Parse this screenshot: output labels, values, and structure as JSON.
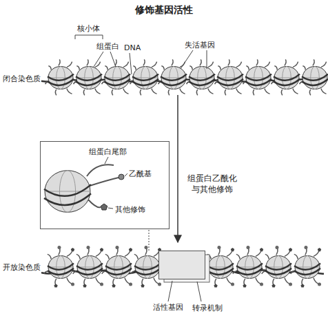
{
  "diagram": {
    "title": "修饰基因活性",
    "nodes": [
      {
        "text": [
          "闭合染色质"
        ]
      },
      {
        "text": [
          "组蛋白尾部",
          "乙酰基",
          "其他修饰"
        ]
      },
      {
        "text": [
          "开放染色质"
        ]
      },
      {
        "text": [
          "转录机制"
        ],
        "in": 2
      }
    ],
    "edges": [
      {
        "from": 0,
        "to": 2,
        "arrow": "to",
        "label": "组蛋白乙酰化 与其他修饰"
      }
    ],
    "labels": [
      "核小体",
      "组蛋白",
      "DNA",
      "失活基因",
      "活性基因"
    ]
  }
}
